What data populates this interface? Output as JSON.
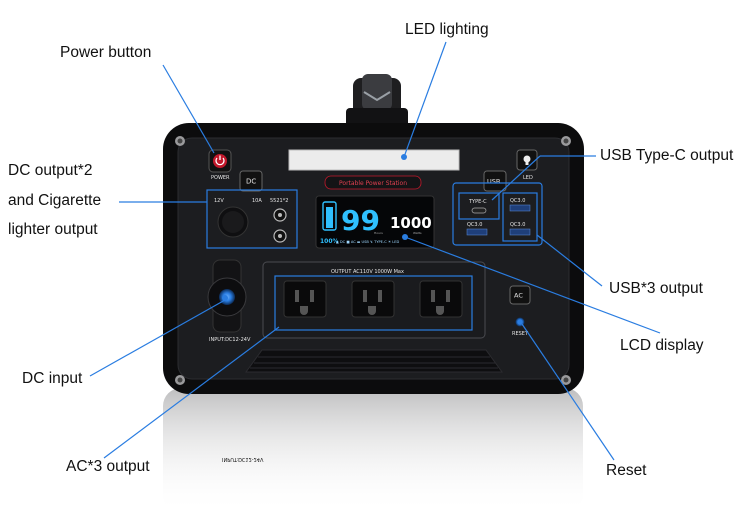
{
  "callouts": {
    "led_lighting": "LED lighting",
    "power_button": "Power button",
    "dc_output_line1": "DC output*2",
    "dc_output_line2": "and Cigarette",
    "dc_output_line3": "lighter output",
    "usb_typec": "USB Type-C output",
    "usb3": "USB*3 output",
    "lcd_display": "LCD display",
    "dc_input": "DC input",
    "ac3_output": "AC*3 output",
    "reset": "Reset"
  },
  "device": {
    "power_label": "POWER",
    "dc_button_label": "DC",
    "brand_label": "Portable Power Station",
    "dc_12v": "12V",
    "dc_10a": "10A",
    "dc_5521": "5521*2",
    "input_label": "INPUT:DC12-24V",
    "ac_output_label": "OUTPUT AC110V 1000W Max",
    "ac_button_label": "AC",
    "reset_label": "RESET",
    "usb_button_label": "USB",
    "led_label": "LED",
    "typec_label": "TYPE-C",
    "usb_qc1": "QC3.0",
    "usb_qc2": "QC3.0",
    "usb_qc3": "QC3.0",
    "lcd_battery": "99",
    "lcd_percent": "100%",
    "lcd_output": "1000",
    "lcd_hours_label": "Hours",
    "lcd_watts_label": "Watts",
    "lcd_status": "▲ DC  ■ AC  ▬ USB  ↯ TYPE-C  ☀ LED"
  },
  "colors": {
    "body": "#1c1d20",
    "frame": "#0c0c0d",
    "accent_blue": "#2a7de1",
    "power_red": "#c2182b",
    "lcd_cyan": "#2fc0ff"
  }
}
